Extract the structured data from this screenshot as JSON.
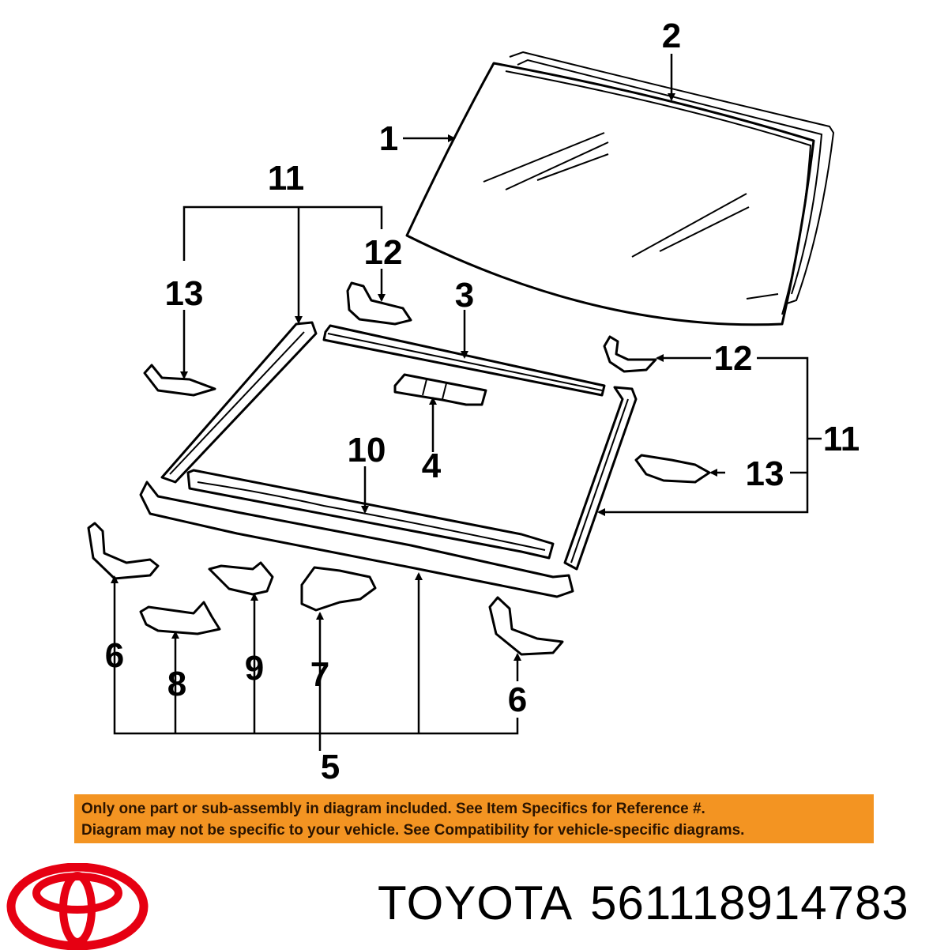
{
  "diagram": {
    "callouts": [
      "1",
      "2",
      "3",
      "4",
      "5",
      "6",
      "6",
      "7",
      "8",
      "9",
      "10",
      "11",
      "11",
      "12",
      "12",
      "13",
      "13"
    ]
  },
  "notice": {
    "line1": "Only one part or sub-assembly in diagram included. See Item Specifics for Reference #.",
    "line2": "Diagram may not be specific to your vehicle. See Compatibility for vehicle-specific diagrams.",
    "background": "#f39422"
  },
  "footer": {
    "logo_icon": "toyota-logo-icon",
    "logo_color": "#e60012",
    "brand": "TOYOTA",
    "part_number": "561118914783"
  }
}
